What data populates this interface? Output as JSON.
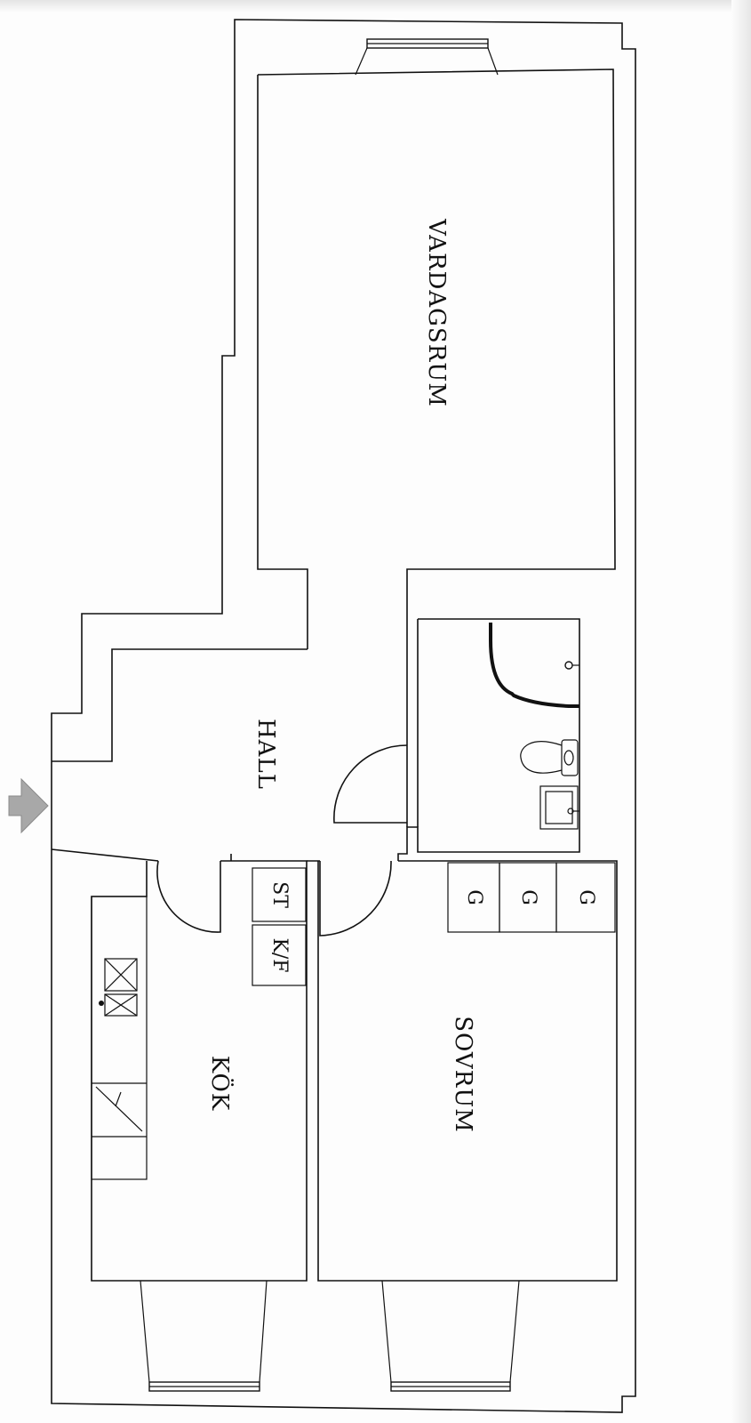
{
  "rooms": {
    "vardagsrum": "VARDAGSRUM",
    "hall": "HALL",
    "kok": "KÖK",
    "sovrum": "SOVRUM"
  },
  "fixtures": {
    "stove": "ST",
    "fridge_freezer": "K/F",
    "wardrobe_1": "G",
    "wardrobe_2": "G",
    "wardrobe_3": "G"
  },
  "icons": {
    "entrance": "entrance-arrow-icon",
    "toilet": "toilet-icon",
    "sink": "sink-icon",
    "shower": "shower-icon",
    "hob": "hob-icon",
    "kitchen_sink": "kitchen-sink-icon"
  },
  "colors": {
    "walls": "#111111",
    "entrance_arrow": "#a8a8a8",
    "background": "#fdfdfd"
  }
}
